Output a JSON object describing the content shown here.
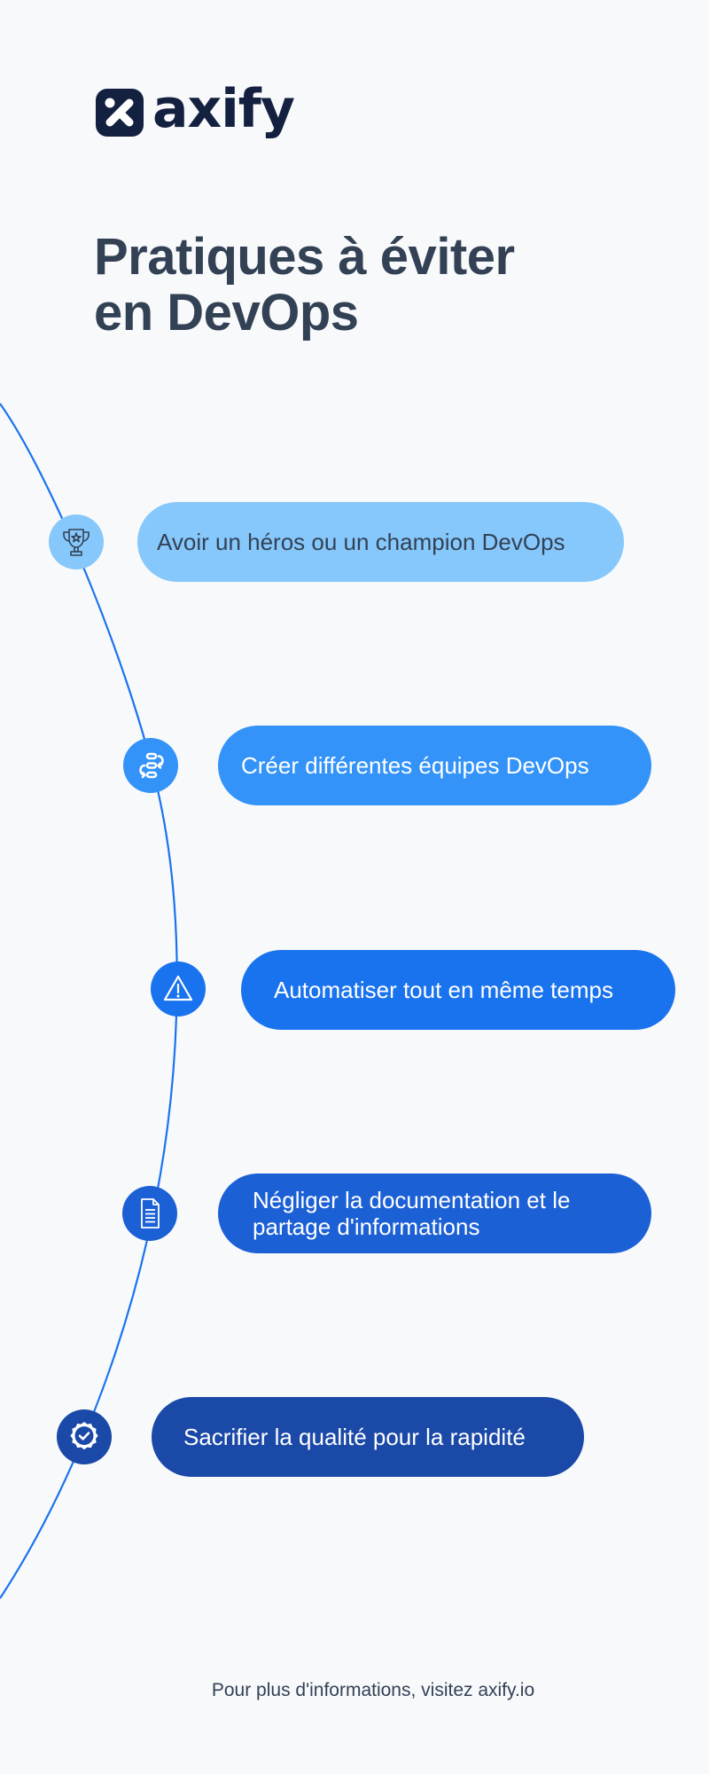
{
  "brand": {
    "name": "axify",
    "logo_icon": "axify-x-mark-icon",
    "color": "#13203f"
  },
  "title": {
    "line1": "Pratiques à éviter",
    "line2": "en DevOps",
    "color": "#334155"
  },
  "timeline": {
    "line_color": "#1a73ee",
    "items": [
      {
        "label": "Avoir un héros ou un champion DevOps",
        "icon": "trophy-icon",
        "color": "#86c8fb",
        "text_color": "#334155"
      },
      {
        "label": "Créer différentes équipes DevOps",
        "icon": "workflow-cycle-icon",
        "color": "#3393f8",
        "text_color": "#ffffff"
      },
      {
        "label": "Automatiser tout en même temps",
        "icon": "warning-triangle-icon",
        "color": "#1a73ee",
        "text_color": "#ffffff"
      },
      {
        "label_line1": "Négliger la documentation et le",
        "label_line2": "partage d'informations",
        "icon": "document-icon",
        "color": "#1c60d6",
        "text_color": "#ffffff"
      },
      {
        "label": "Sacrifier la qualité pour la rapidité",
        "icon": "quality-badge-check-icon",
        "color": "#1b49a8",
        "text_color": "#ffffff"
      }
    ]
  },
  "footer": {
    "text": "Pour plus d'informations, visitez axify.io"
  }
}
